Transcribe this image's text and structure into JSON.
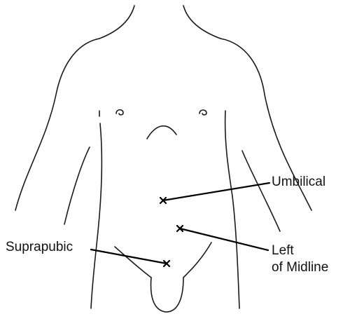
{
  "labels": {
    "umbilical": "Umbilical",
    "suprapubic": "Suprapubic",
    "left_of_midline_line1": "Left",
    "left_of_midline_line2": "of Midline"
  },
  "marker_symbol": "x"
}
